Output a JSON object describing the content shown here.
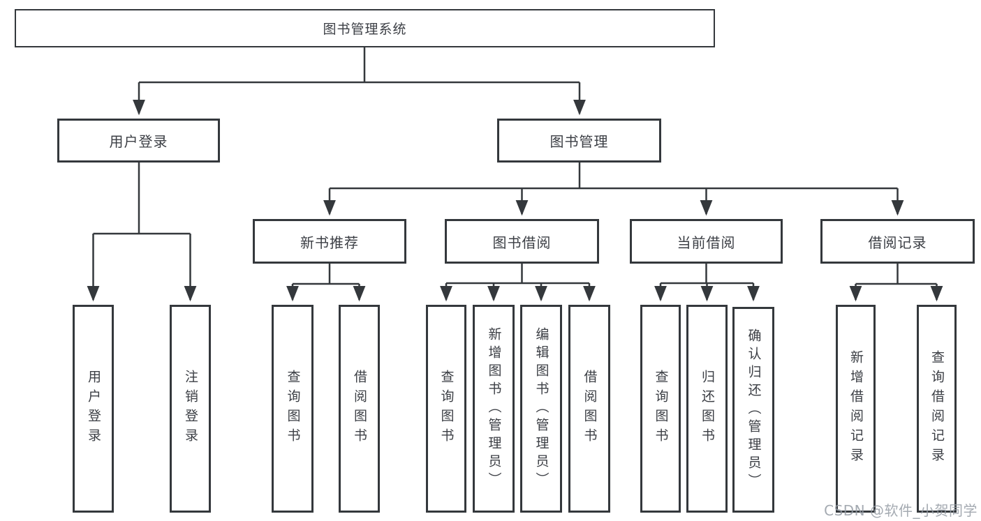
{
  "diagram": {
    "root": {
      "label": "图书管理系统"
    },
    "level2": {
      "user_login": {
        "label": "用户登录"
      },
      "book_management": {
        "label": "图书管理"
      }
    },
    "groups": [
      {
        "parent": "用户登录",
        "children": [
          "用户登录",
          "注销登录"
        ]
      },
      {
        "parent": "新书推荐",
        "children": [
          "查询图书",
          "借阅图书"
        ]
      },
      {
        "parent": "图书借阅",
        "children": [
          "查询图书",
          "新增图书（管理员）",
          "编辑图书（管理员）",
          "借阅图书"
        ]
      },
      {
        "parent": "当前借阅",
        "children": [
          "查询图书",
          "归还图书",
          "确认归还（管理员）"
        ]
      },
      {
        "parent": "借阅记录",
        "children": [
          "新增借阅记录",
          "查询借阅记录"
        ]
      }
    ]
  },
  "watermark": {
    "text": "CSDN @软件_小贺同学"
  },
  "colors": {
    "line": "#34383c",
    "text": "#3b3e44",
    "watermark": "#949ba3",
    "background": "#ffffff"
  }
}
